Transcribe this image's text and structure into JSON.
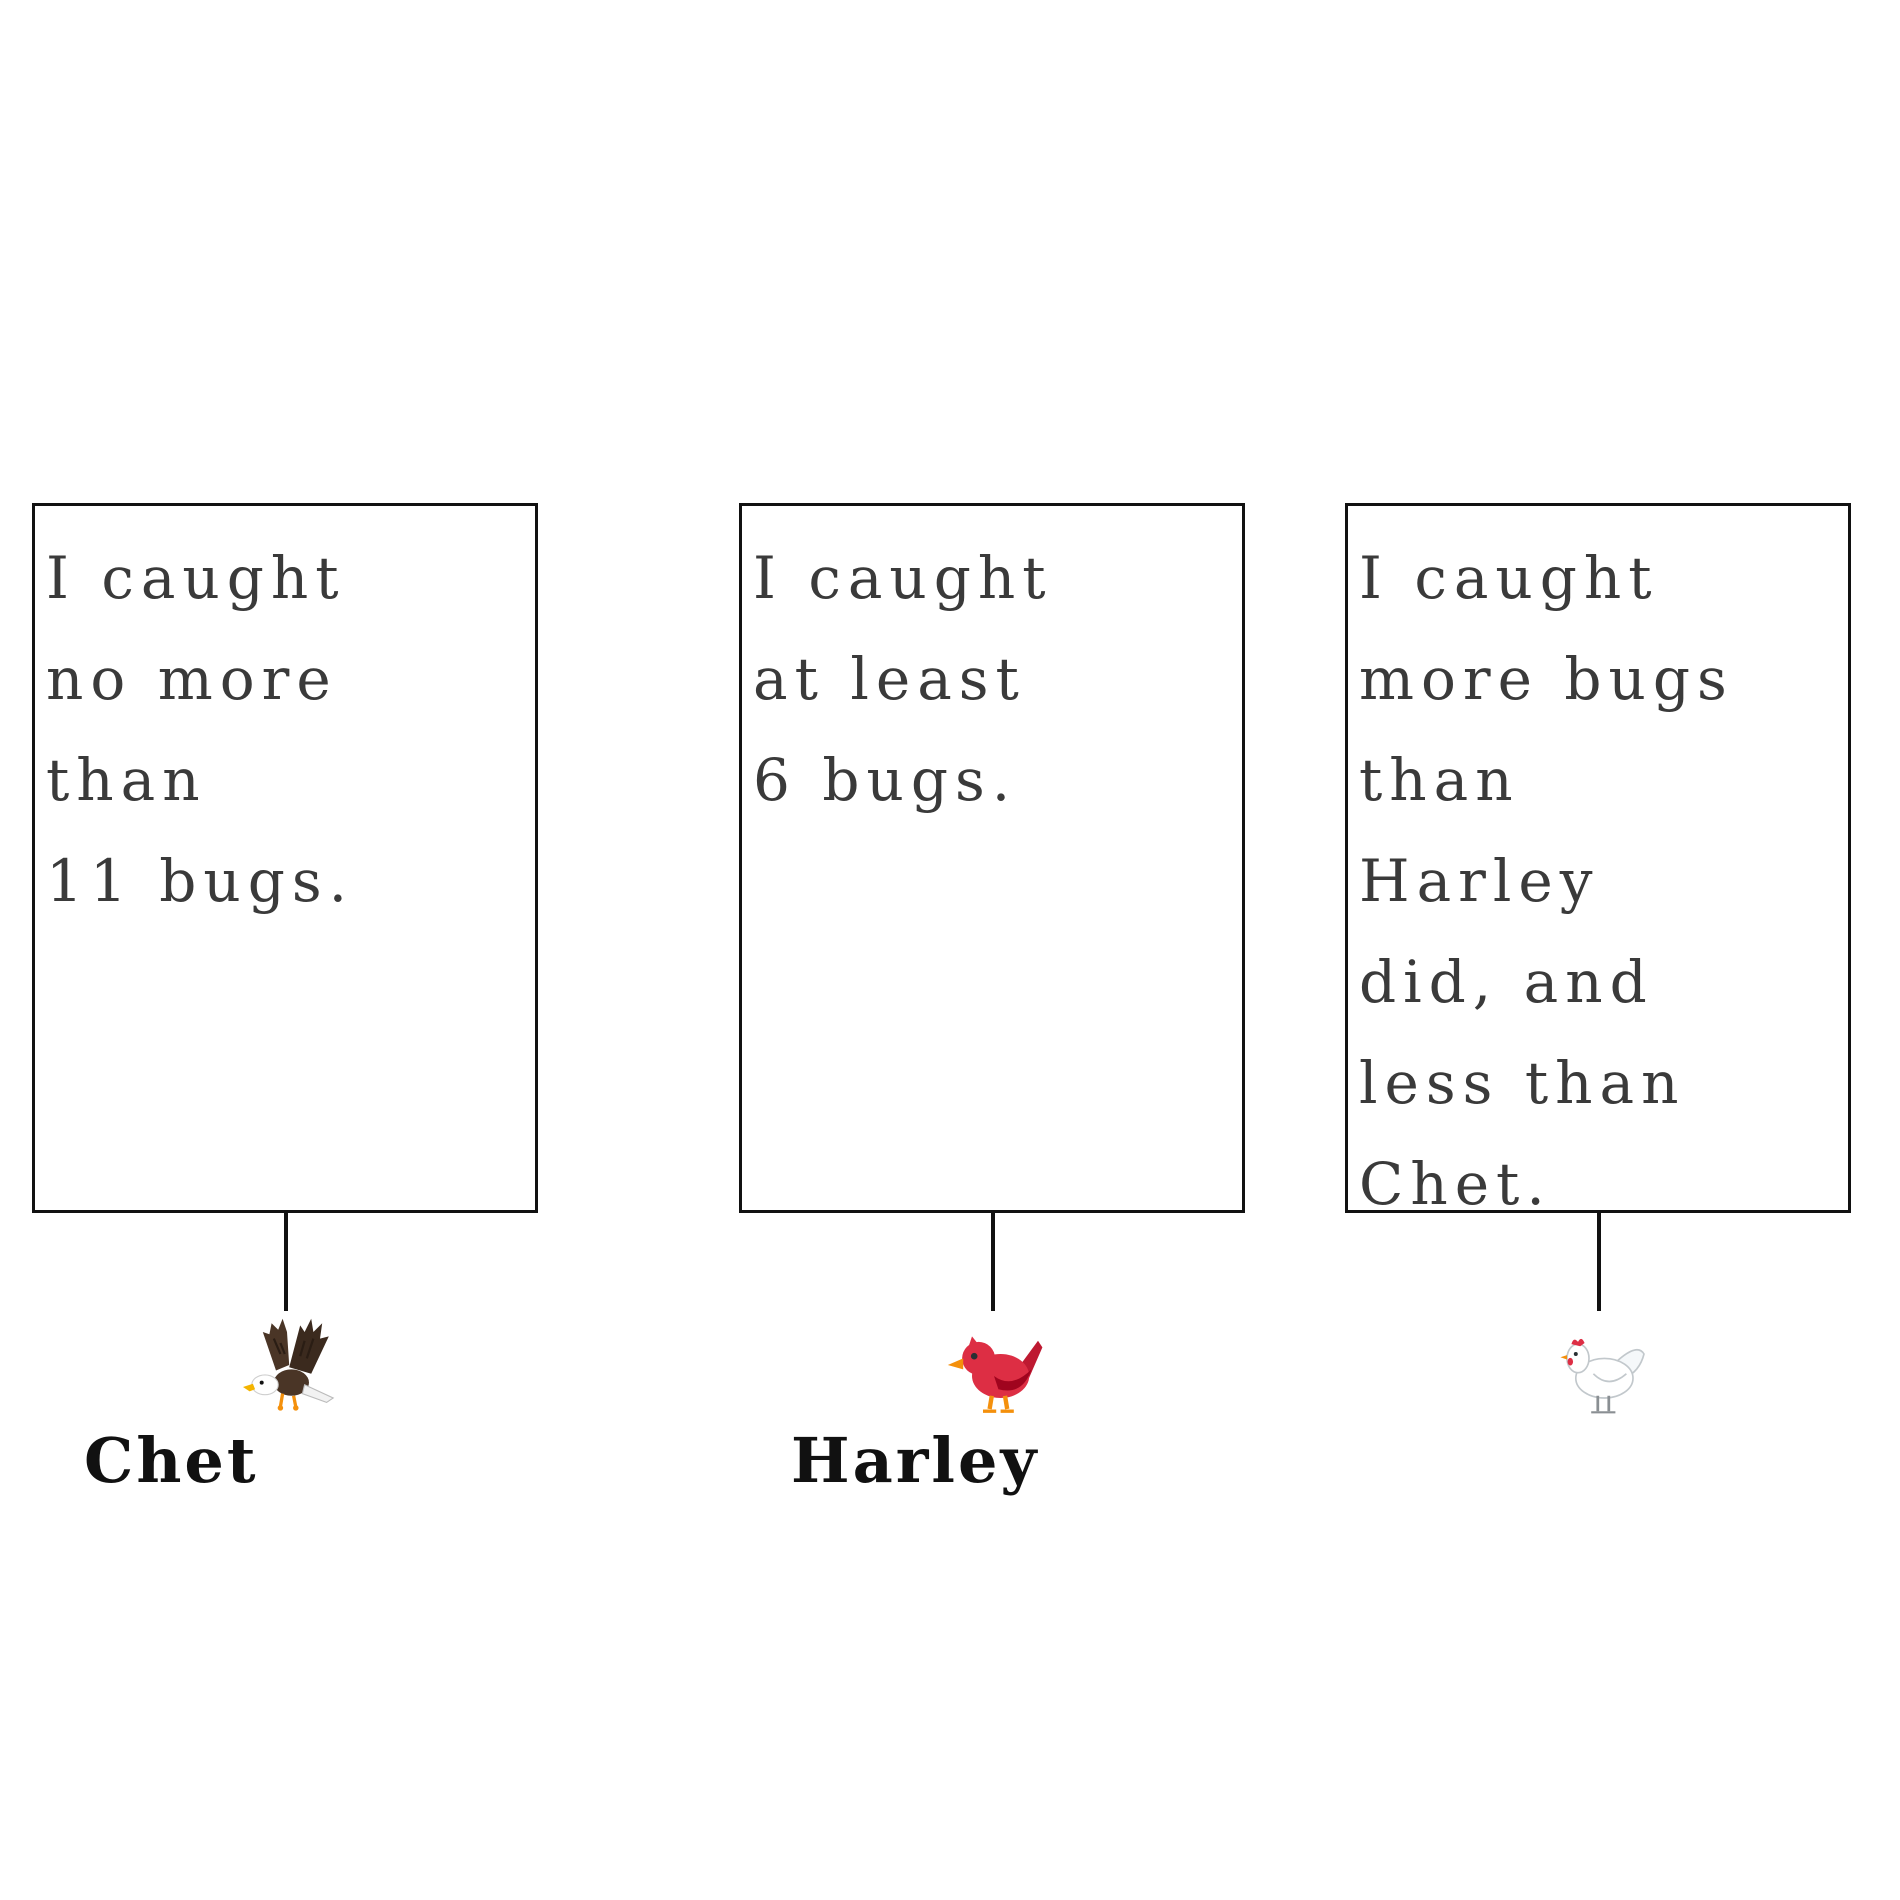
{
  "panels": [
    {
      "id": "chet",
      "name": "Chet",
      "icon": "eagle-icon",
      "sign_text": "I caught\nno more\nthan\n11 bugs."
    },
    {
      "id": "harley",
      "name": "Harley",
      "icon": "cardinal-bird-icon",
      "sign_text": "I caught\nat least\n6 bugs."
    },
    {
      "id": "hen",
      "name": "",
      "icon": "hen-icon",
      "sign_text": "I caught\nmore bugs\nthan\nHarley\ndid, and\nless than\nChet."
    }
  ],
  "colors": {
    "outline": "#111111",
    "sign_text": "#3a3a3a",
    "cardinal_red": "#dd2e44",
    "beak_orange": "#f4900c"
  }
}
